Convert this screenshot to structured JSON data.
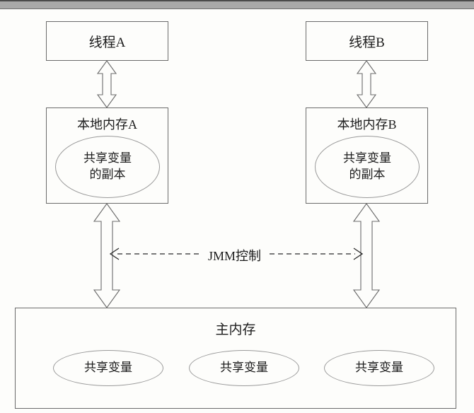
{
  "page": {
    "title": "Java Memory Model (JMM) diagram",
    "background_color": "#fdfdfb",
    "stroke_color": "#6b6b6b",
    "ellipse_stroke_color": "#9a9a9a",
    "text_color": "#1c1c1c",
    "topbar_color": "#a9a9a9",
    "topbar_border_color": "#4b4b4b"
  },
  "diagram": {
    "type": "block-diagram",
    "threads": [
      {
        "id": "thread-a",
        "label": "线程A"
      },
      {
        "id": "thread-b",
        "label": "线程B"
      }
    ],
    "local_memories": [
      {
        "id": "local-memory-a",
        "label": "本地内存A",
        "ellipse_line1": "共享变量",
        "ellipse_line2": "的副本"
      },
      {
        "id": "local-memory-b",
        "label": "本地内存B",
        "ellipse_line1": "共享变量",
        "ellipse_line2": "的副本"
      }
    ],
    "main_memory": {
      "id": "main-memory",
      "label": "主内存",
      "variables": [
        {
          "id": "shared-var-1",
          "label": "共享变量"
        },
        {
          "id": "shared-var-2",
          "label": "共享变量"
        },
        {
          "id": "shared-var-3",
          "label": "共享变量"
        }
      ]
    },
    "control": {
      "id": "jmm-control",
      "label": "JMM控制",
      "arrow_style": "dashed-double-headed"
    },
    "connectors": [
      {
        "id": "thread-a-to-local-a",
        "style": "hollow-double-arrow"
      },
      {
        "id": "thread-b-to-local-b",
        "style": "hollow-double-arrow"
      },
      {
        "id": "local-a-to-main",
        "style": "hollow-double-arrow"
      },
      {
        "id": "local-b-to-main",
        "style": "hollow-double-arrow"
      }
    ]
  }
}
